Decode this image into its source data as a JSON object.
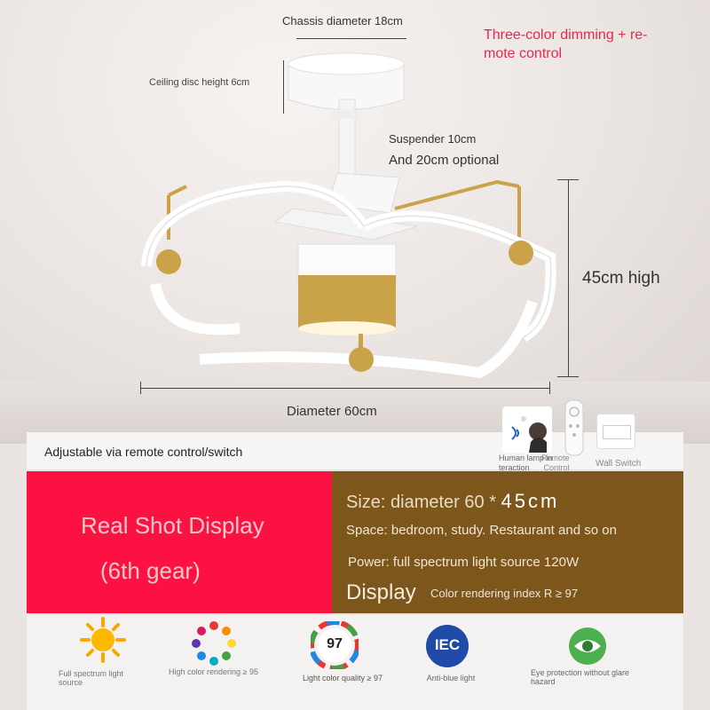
{
  "dimensions": {
    "chassis": "Chassis diameter 18cm",
    "ceiling_disc": "Ceiling disc height 6cm",
    "suspender_line1": "Suspender 10cm",
    "suspender_line2": "And 20cm optional",
    "height": "45cm high",
    "diameter": "Diameter 60cm"
  },
  "headline": {
    "line1": "Three-color dimming + re-",
    "line2": "mote control",
    "color": "#e8284f"
  },
  "control_bar": {
    "label": "Adjustable via remote control/switch",
    "options": [
      {
        "label_line1": "Human lamp in",
        "label_line2": "teraction",
        "icon": "human-sensor-icon"
      },
      {
        "label_line1": "Remote",
        "label_line2": "Control",
        "icon": "remote-control-icon"
      },
      {
        "label_line1": "Wall Switch",
        "label_line2": "",
        "icon": "wall-switch-icon"
      }
    ]
  },
  "real_shot": {
    "line1": "Real Shot Display",
    "line2": "(6th gear)",
    "color": "#fb1243"
  },
  "specs": {
    "size_label": "Size: diameter 60 * ",
    "size_value": "45cm",
    "space": "Space: bedroom, study. Restaurant and so on",
    "power": "Power: full spectrum light source 120W",
    "display_label": "Display",
    "display_value": "Color rendering index R ≥ 97",
    "color": "#7d561b"
  },
  "features": [
    {
      "label": "Full spectrum light source",
      "icon": "sun-icon"
    },
    {
      "label": "High color rendering ≥ 95",
      "icon": "color-wheel-icon"
    },
    {
      "label": "Light color quality ≥ 97",
      "icon": "ra97-icon",
      "badge": "97"
    },
    {
      "label": "Anti-blue light",
      "icon": "iec-icon",
      "badge": "IEC"
    },
    {
      "label": "Eye protection without glare hazard",
      "icon": "eye-icon"
    }
  ]
}
